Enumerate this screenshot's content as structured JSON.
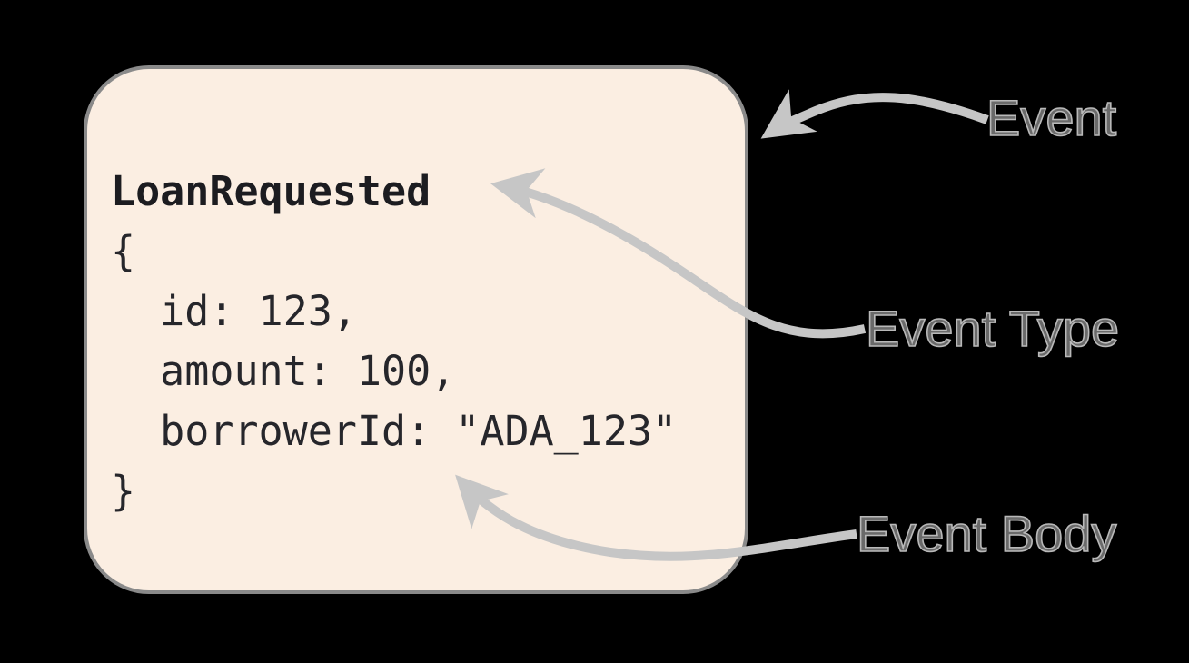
{
  "event_card": {
    "code_lines": [
      "LoanRequested",
      "{",
      "  id: 123,",
      "  amount: 100,",
      "  borrowerId: \"ADA_123\"",
      "}"
    ],
    "event_type": "LoanRequested",
    "body_fields": {
      "id": 123,
      "amount": 100,
      "borrowerId": "ADA_123"
    }
  },
  "labels": {
    "event": "Event",
    "event_type": "Event Type",
    "event_body": "Event Body"
  },
  "colors": {
    "background": "#000000",
    "card_fill": "#fbeee2",
    "card_border": "#8a8a8a",
    "code_text": "#26262b",
    "arrow": "#c6c6c6",
    "label_text": "#6a6a6a",
    "label_outline": "#b9b9b9"
  }
}
